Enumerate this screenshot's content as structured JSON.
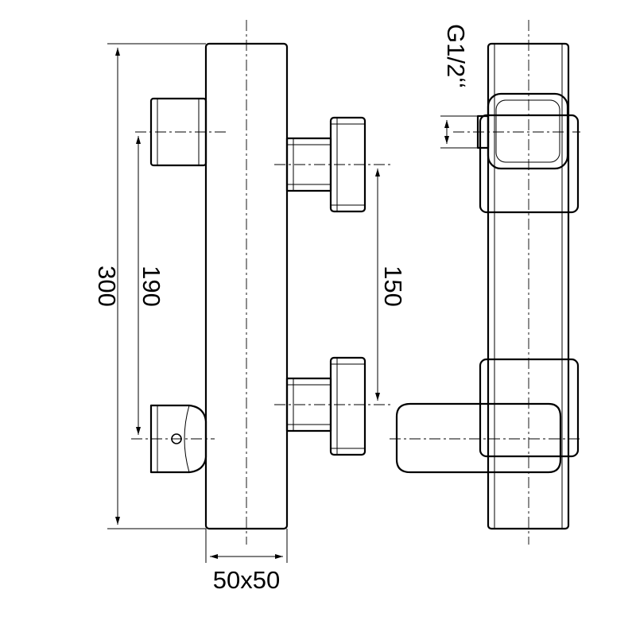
{
  "drawing": {
    "dimensions": {
      "total_height": "300",
      "inlet_distance": "190",
      "outlet_distance": "150",
      "body_section": "50x50",
      "thread": "G1/2ʻʻ"
    }
  }
}
